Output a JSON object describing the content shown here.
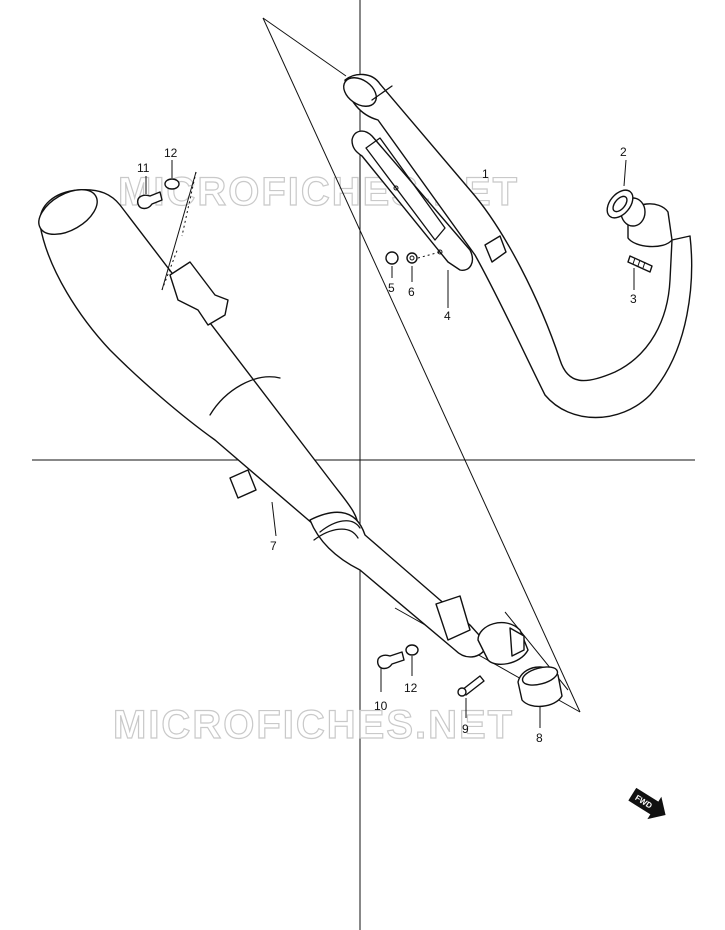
{
  "watermark": {
    "top": "MICROFICHES.NET",
    "bottom": "MICROFICHES.NET"
  },
  "callouts": {
    "p1": "1",
    "p2": "2",
    "p3": "3",
    "p4": "4",
    "p5": "5",
    "p6": "6",
    "p7": "7",
    "p8": "8",
    "p9": "9",
    "p10": "10",
    "p11": "11",
    "p12_top": "12",
    "p12_bottom": "12"
  },
  "fwd_label": "FWD",
  "colors": {
    "ink": "#111111",
    "watermark": "#c9c9c9",
    "background": "#ffffff"
  }
}
